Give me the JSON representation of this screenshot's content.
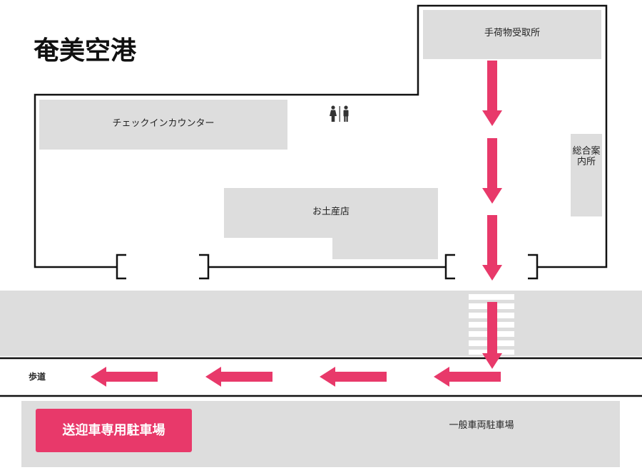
{
  "title": "奄美空港",
  "areas": {
    "checkin": "チェックインカウンター",
    "baggage_claim": "手荷物受取所",
    "souvenir_shop": "お土産店",
    "information": "総合案内所",
    "sidewalk": "歩道",
    "pickup_parking": "送迎車専用駐車場",
    "general_parking": "一般車両駐車場"
  },
  "icons": {
    "restroom": "restroom-icon",
    "route": "route-arrow-icon"
  },
  "colors": {
    "route": "#e8396a",
    "pickup_badge": "#e8396a",
    "area_fill": "#dcdcdc",
    "outline": "#111111"
  }
}
